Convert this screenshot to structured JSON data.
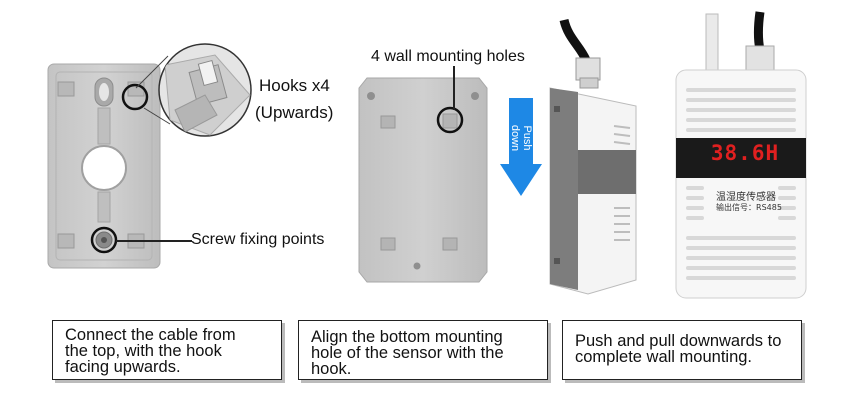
{
  "labels": {
    "hooks": "Hooks x4",
    "upwards": "(Upwards)",
    "screw": "Screw fixing points",
    "wall_holes": "4 wall mounting holes",
    "push_down": "Push down"
  },
  "device": {
    "display_value": "38.6H",
    "name_cn": "温湿度传感器",
    "signal_cn": "输出信号：",
    "signal": "RS485"
  },
  "captions": [
    {
      "lines": [
        "Connect the cable from",
        "the top, with the hook",
        "facing upwards."
      ]
    },
    {
      "lines": [
        "Align the bottom mounting",
        "hole of the sensor with the",
        "hook."
      ]
    },
    {
      "lines": [
        "Push and pull downwards to",
        "complete wall mounting."
      ]
    }
  ],
  "colors": {
    "plate": "#c9c9c9",
    "arrow": "#1e88e5",
    "display_red": "#e02020",
    "display_bg": "#1a1a1a"
  }
}
